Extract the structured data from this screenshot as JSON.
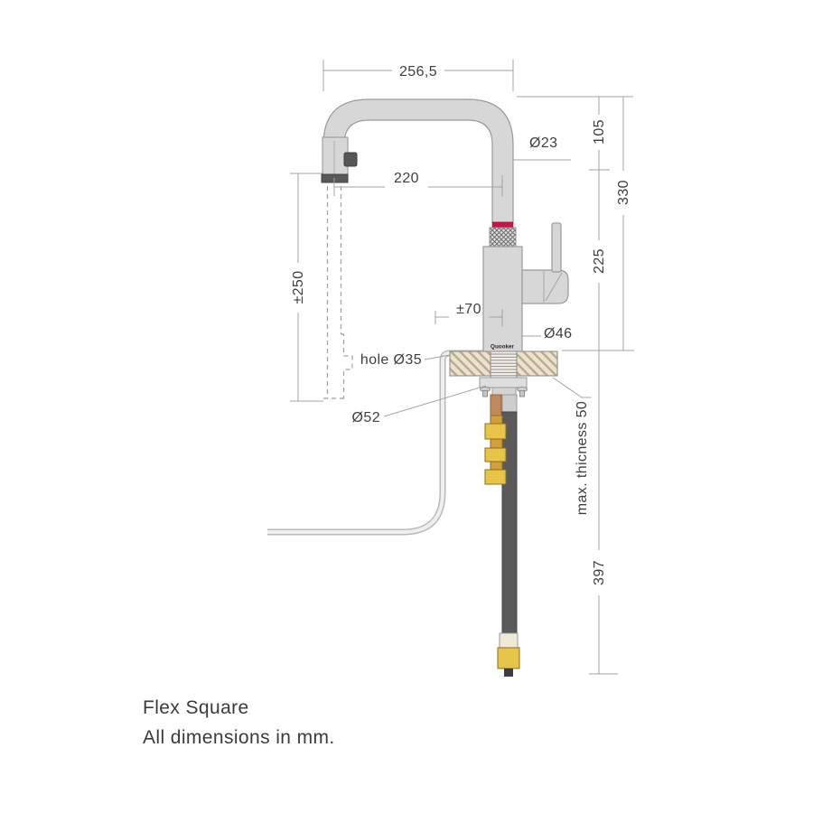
{
  "title_block": {
    "name": "Flex Square",
    "note": "All dimensions in mm."
  },
  "brand": {
    "logo_text": "Quooker"
  },
  "dimensions": {
    "spout_width": "256,5",
    "spout_tube_diameter": "Ø23",
    "reach": "220",
    "pullout_extension": "±250",
    "handle_clearance": "±70",
    "body_diameter": "Ø46",
    "mounting_hole": "hole Ø35",
    "escutcheon_diameter": "Ø52",
    "arch_height": "105",
    "height_above_worktop": "330",
    "outlet_to_worktop": "225",
    "worktop_thickness": "max. thicness 50",
    "length_below_worktop": "397"
  },
  "colors": {
    "accent_red": "#c31745",
    "faucet_gray": "#d7d7d7",
    "copper": "#c1885c",
    "brass": "#e9c44a",
    "hose_black": "#5a5a5a",
    "worktop_tan": "#ebe2cf",
    "dimension_line": "#a3a3a3"
  }
}
